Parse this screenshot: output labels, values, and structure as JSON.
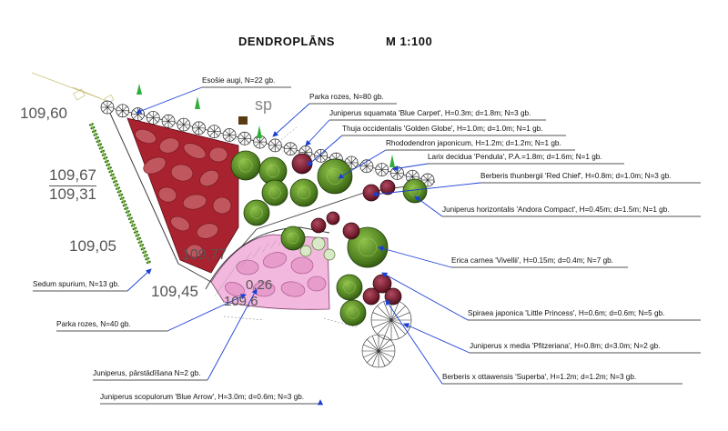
{
  "title": "DENDROPLĀNS",
  "scale": "M  1:100",
  "levels": {
    "l1": "109,60",
    "l2": "109,67",
    "l3": "109,31",
    "l4": "109,05",
    "l5": "109,45",
    "l6": "109,77",
    "l7": "109,6",
    "l8": "0,26",
    "l9": "sp"
  },
  "labels": {
    "existing_plants": "Esošie augi, N=22 gb.",
    "park_roses_80": "Parka rozes,  N=80 gb.",
    "juniperus_squamata": "Juniperus squamata 'Blue Carpet', H=0.3m; d=1.8m; N=3 gb.",
    "thuja": "Thuja occidentalis 'Golden Globe', H=1.0m; d=1.0m; N=1 gb.",
    "rhododendron": "Rhododendron japonicum, H=1.2m; d=1.2m; N=1 gb.",
    "larix": "Larix decidua 'Pendula', P.A.=1.8m; d=1.6m; N=1 gb.",
    "berberis_thunbergii": "Berberis thunbergii 'Red Chief', H=0.8m; d=1.0m; N=3 gb.",
    "juniperus_horizontalis": "Juniperus horizontalis 'Andora Compact', H=0.45m; d=1.5m; N=1 gb.",
    "erica": "Erica carnea 'Vivellii', H=0.15m; d=0.4m; N=7 gb.",
    "spiraea": "Spiraea japonica 'Little Princess', H=0.6m; d=0.6m; N=5 gb.",
    "juniperus_media": "Juniperus x media 'Pfitzeriana', H=0.8m; d=3.0m; N=2 gb.",
    "berberis_ottawensis": "Berberis x ottawensis 'Superba', H=1.2m; d=1.2m; N=3 gb.",
    "sedum": "Sedum spurium,  N=13 gb.",
    "park_roses_40": "Parka rozes,  N=40 gb.",
    "juniperus_transplant": "Juniperus, pārstādīšana N=2 gb.",
    "juniperus_scopulorum": "Juniperus scopulorum 'Blue Arrow', H=3.0m; d=0.6m; N=3 gb."
  },
  "colors": {
    "rose_bed": "#a8232f",
    "rose_stone": "#b84a52",
    "green_shrub": "#5a8a2a",
    "dark_green": "#2f5a14",
    "berberis": "#6e1a2a",
    "pink_bed": "#f2b8de",
    "arrow": "#1a3fd6",
    "leader": "#1a1a1a"
  }
}
